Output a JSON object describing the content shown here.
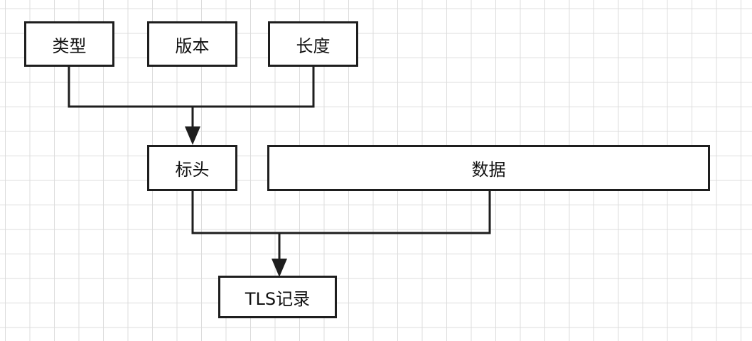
{
  "diagram": {
    "nodes": {
      "type": "类型",
      "version": "版本",
      "length": "长度",
      "header": "标头",
      "data": "数据",
      "record": "TLS记录"
    },
    "colors": {
      "stroke": "#1e1e1e",
      "grid": "#dcdcdc",
      "background": "#ffffff"
    }
  }
}
